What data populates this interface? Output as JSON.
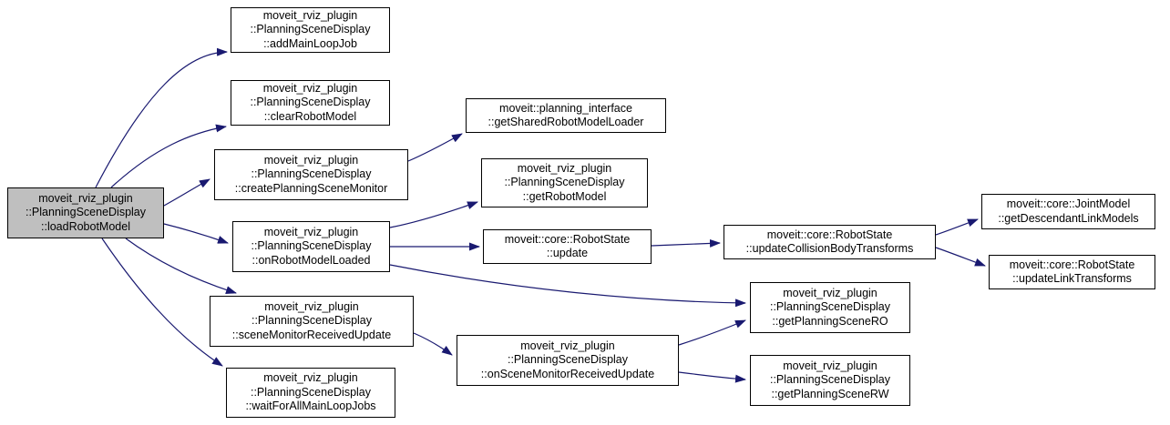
{
  "diagram": {
    "type": "call-graph",
    "root_function": "moveit_rviz_plugin::PlanningSceneDisplay::loadRobotModel",
    "colors": {
      "edge": "#191970",
      "node_border": "#000000",
      "node_fill": "#ffffff",
      "root_fill": "#bfbfbf",
      "text": "#000000",
      "background": "#ffffff"
    },
    "nodes": [
      {
        "id": "loadRobotModel",
        "root": true,
        "lines": [
          "moveit_rviz_plugin",
          "::PlanningSceneDisplay",
          "::loadRobotModel"
        ]
      },
      {
        "id": "addMainLoopJob",
        "lines": [
          "moveit_rviz_plugin",
          "::PlanningSceneDisplay",
          "::addMainLoopJob"
        ]
      },
      {
        "id": "clearRobotModel",
        "lines": [
          "moveit_rviz_plugin",
          "::PlanningSceneDisplay",
          "::clearRobotModel"
        ]
      },
      {
        "id": "createPlanningSceneMonitor",
        "lines": [
          "moveit_rviz_plugin",
          "::PlanningSceneDisplay",
          "::createPlanningSceneMonitor"
        ]
      },
      {
        "id": "getSharedRobotModelLoader",
        "lines": [
          "moveit::planning_interface",
          "::getSharedRobotModelLoader"
        ]
      },
      {
        "id": "onRobotModelLoaded",
        "lines": [
          "moveit_rviz_plugin",
          "::PlanningSceneDisplay",
          "::onRobotModelLoaded"
        ]
      },
      {
        "id": "getRobotModel",
        "lines": [
          "moveit_rviz_plugin",
          "::PlanningSceneDisplay",
          "::getRobotModel"
        ]
      },
      {
        "id": "update",
        "lines": [
          "moveit::core::RobotState",
          "::update"
        ]
      },
      {
        "id": "updateCollisionBodyTransforms",
        "lines": [
          "moveit::core::RobotState",
          "::updateCollisionBodyTransforms"
        ]
      },
      {
        "id": "getDescendantLinkModels",
        "lines": [
          "moveit::core::JointModel",
          "::getDescendantLinkModels"
        ]
      },
      {
        "id": "updateLinkTransforms",
        "lines": [
          "moveit::core::RobotState",
          "::updateLinkTransforms"
        ]
      },
      {
        "id": "sceneMonitorReceivedUpdate",
        "lines": [
          "moveit_rviz_plugin",
          "::PlanningSceneDisplay",
          "::sceneMonitorReceivedUpdate"
        ]
      },
      {
        "id": "onSceneMonitorReceivedUpdate",
        "lines": [
          "moveit_rviz_plugin",
          "::PlanningSceneDisplay",
          "::onSceneMonitorReceivedUpdate"
        ]
      },
      {
        "id": "getPlanningSceneRO",
        "lines": [
          "moveit_rviz_plugin",
          "::PlanningSceneDisplay",
          "::getPlanningSceneRO"
        ]
      },
      {
        "id": "getPlanningSceneRW",
        "lines": [
          "moveit_rviz_plugin",
          "::PlanningSceneDisplay",
          "::getPlanningSceneRW"
        ]
      },
      {
        "id": "waitForAllMainLoopJobs",
        "lines": [
          "moveit_rviz_plugin",
          "::PlanningSceneDisplay",
          "::waitForAllMainLoopJobs"
        ]
      }
    ],
    "edges": [
      {
        "from": "loadRobotModel",
        "to": "addMainLoopJob"
      },
      {
        "from": "loadRobotModel",
        "to": "clearRobotModel"
      },
      {
        "from": "loadRobotModel",
        "to": "createPlanningSceneMonitor"
      },
      {
        "from": "loadRobotModel",
        "to": "onRobotModelLoaded"
      },
      {
        "from": "loadRobotModel",
        "to": "sceneMonitorReceivedUpdate"
      },
      {
        "from": "loadRobotModel",
        "to": "waitForAllMainLoopJobs"
      },
      {
        "from": "createPlanningSceneMonitor",
        "to": "getSharedRobotModelLoader"
      },
      {
        "from": "onRobotModelLoaded",
        "to": "getRobotModel"
      },
      {
        "from": "onRobotModelLoaded",
        "to": "update"
      },
      {
        "from": "onRobotModelLoaded",
        "to": "getPlanningSceneRO"
      },
      {
        "from": "update",
        "to": "updateCollisionBodyTransforms"
      },
      {
        "from": "updateCollisionBodyTransforms",
        "to": "getDescendantLinkModels"
      },
      {
        "from": "updateCollisionBodyTransforms",
        "to": "updateLinkTransforms"
      },
      {
        "from": "sceneMonitorReceivedUpdate",
        "to": "onSceneMonitorReceivedUpdate"
      },
      {
        "from": "onSceneMonitorReceivedUpdate",
        "to": "getPlanningSceneRO"
      },
      {
        "from": "onSceneMonitorReceivedUpdate",
        "to": "getPlanningSceneRW"
      }
    ]
  }
}
